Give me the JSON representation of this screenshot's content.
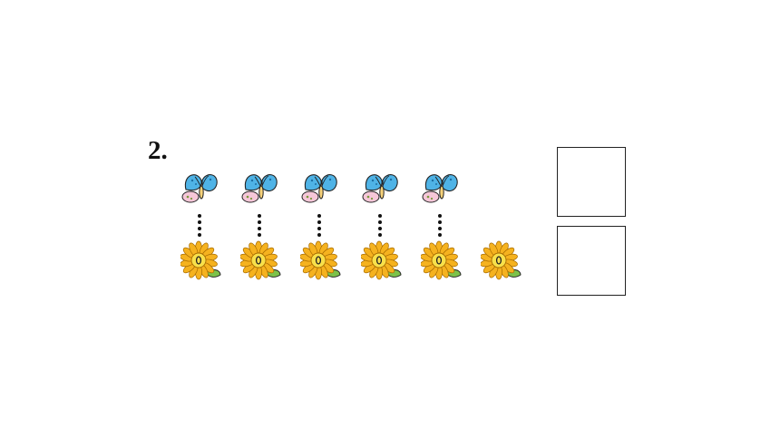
{
  "question": {
    "number": "2."
  },
  "counts": {
    "butterflies": 5,
    "flowers": 6
  },
  "icons": {
    "butterfly": "butterfly-icon",
    "flower": "sunflower-icon",
    "connector": "dotted-line"
  },
  "answer_boxes": [
    {
      "value": ""
    },
    {
      "value": ""
    }
  ],
  "colors": {
    "butterfly_wing": "#4fb3e6",
    "butterfly_lower_wing": "#f6c7d8",
    "flower_petal": "#f5b21f",
    "flower_center": "#f8e04a",
    "leaf": "#7cc24a",
    "outline": "#222222"
  }
}
